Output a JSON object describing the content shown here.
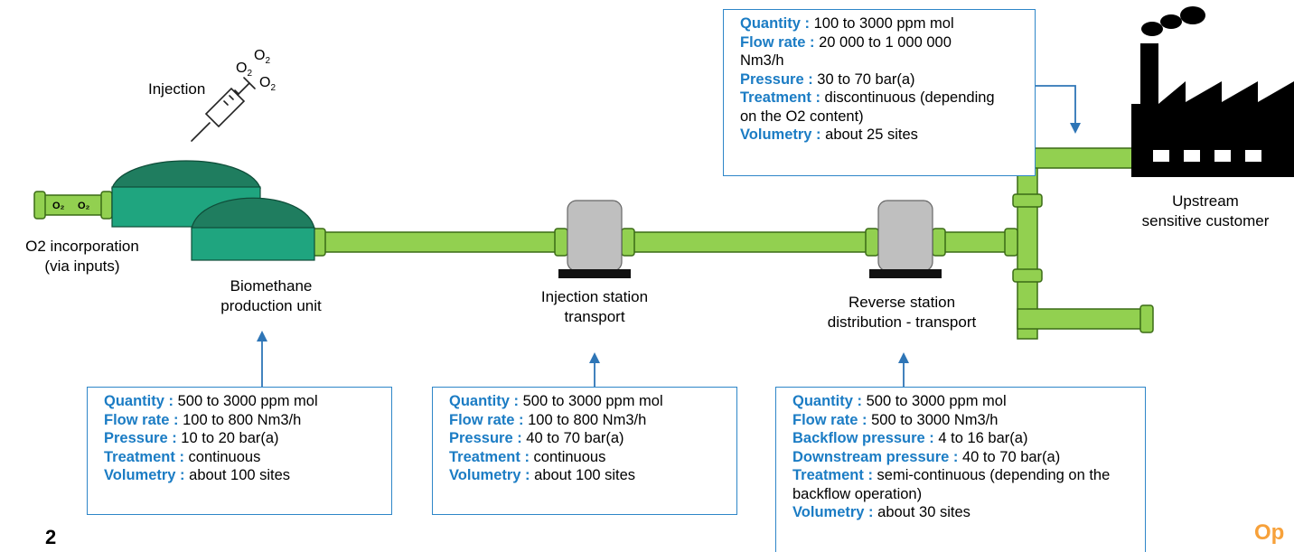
{
  "labels": {
    "o2_incorporation": [
      "O2 incorporation",
      "(via inputs)"
    ],
    "injection": "Injection",
    "o2_molecules": [
      "O",
      "O",
      "O"
    ],
    "subscript": "2",
    "pipe_o2_a": "O₂",
    "pipe_o2_b": "O₂",
    "biomethane": [
      "Biomethane",
      "production unit"
    ],
    "injection_station": [
      "Injection station",
      "transport"
    ],
    "reverse_station": [
      "Reverse station",
      "distribution - transport"
    ],
    "customer": [
      "Upstream",
      "sensitive customer"
    ]
  },
  "boxes": {
    "customer": [
      {
        "key": "Quantity : ",
        "value": "100 to 3000 ppm mol"
      },
      {
        "key": "Flow rate : ",
        "value": "20 000 to 1 000 000 Nm3/h"
      },
      {
        "key": "Pressure : ",
        "value": "30 to 70 bar(a)"
      },
      {
        "key": "Treatment : ",
        "value": "discontinuous (depending on the O2 content)"
      },
      {
        "key": "Volumetry : ",
        "value": "about 25 sites"
      }
    ],
    "biomethane": [
      {
        "key": "Quantity : ",
        "value": "500 to 3000 ppm mol"
      },
      {
        "key": "Flow rate : ",
        "value": "100 to 800 Nm3/h"
      },
      {
        "key": "Pressure : ",
        "value": "10 to 20 bar(a)"
      },
      {
        "key": "Treatment : ",
        "value": "continuous"
      },
      {
        "key": "Volumetry : ",
        "value": "about 100 sites"
      }
    ],
    "injection": [
      {
        "key": "Quantity : ",
        "value": "500 to 3000 ppm mol"
      },
      {
        "key": "Flow rate : ",
        "value": "100 to 800 Nm3/h"
      },
      {
        "key": "Pressure : ",
        "value": "40 to 70 bar(a)"
      },
      {
        "key": "Treatment : ",
        "value": "continuous"
      },
      {
        "key": "Volumetry : ",
        "value": "about 100 sites"
      }
    ],
    "reverse": [
      {
        "key": "Quantity : ",
        "value": "500 to 3000 ppm mol"
      },
      {
        "key": "Flow rate : ",
        "value": "500 to 3000 Nm3/h"
      },
      {
        "key": "Backflow pressure : ",
        "value": "4 to 16 bar(a)"
      },
      {
        "key": "Downstream pressure : ",
        "value": "40 to 70 bar(a)"
      },
      {
        "key": "Treatment : ",
        "value": "semi-continuous (depending on the backflow operation)"
      },
      {
        "key": "Volumetry : ",
        "value": "about 30 sites"
      }
    ]
  },
  "page_number": "2",
  "logo_text": "Op",
  "colors": {
    "pipe": "#92d050",
    "pipe_outline": "#3b6b16",
    "digester_dark": "#1f7d5f",
    "digester_light": "#1fa57f",
    "station": "#bfbfbf",
    "box_border": "#2e86c8",
    "key_text": "#1b7cc4",
    "arrow": "#2e75b6",
    "factory": "#000000",
    "logo": "#f7a13a"
  }
}
